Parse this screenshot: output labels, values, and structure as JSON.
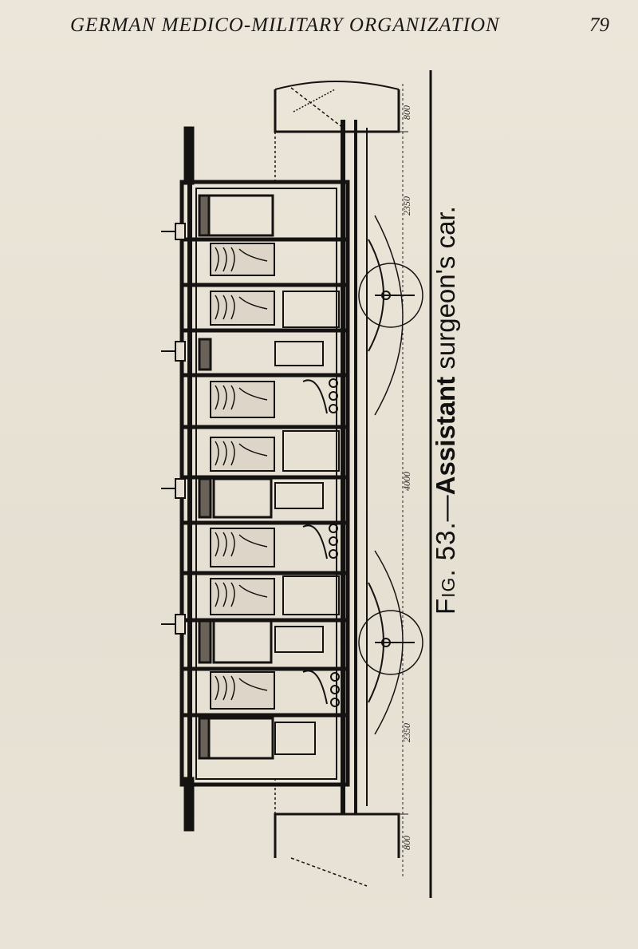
{
  "header": {
    "running_head": "GERMAN MEDICO-MILITARY ORGANIZATION",
    "page_number": "79"
  },
  "figure": {
    "caption_number": "Fig. 53.",
    "caption_dash": "—",
    "caption_bold": "Assistant ",
    "caption_rest": "surgeon's car.",
    "dimensions": [
      "800",
      "2350",
      "4000",
      "2350",
      "800"
    ]
  },
  "colors": {
    "ink": "#1e1b18",
    "paper": "#e9e3d6"
  }
}
